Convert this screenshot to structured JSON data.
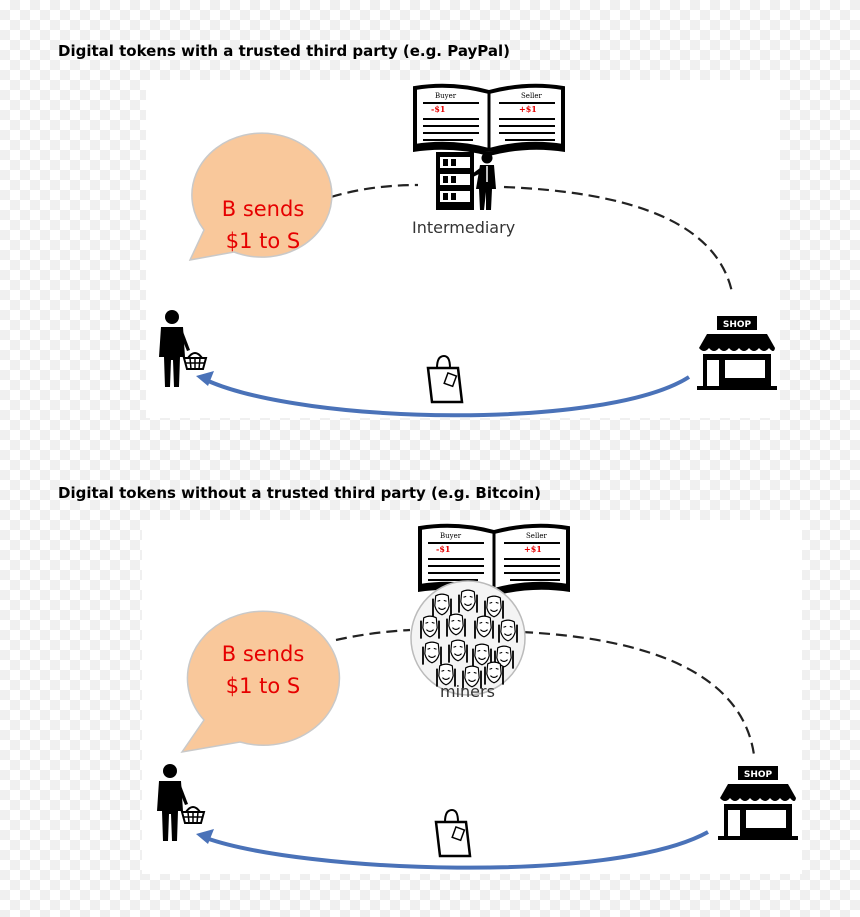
{
  "diagrams": [
    {
      "heading": "Digital tokens with a trusted third party (e.g. PayPal)",
      "bubble": {
        "line1": "B sends",
        "line2": "$1 to S"
      },
      "center_label": "Intermediary",
      "ledger": {
        "left_header": "Buyer",
        "left_value": "-$1",
        "right_header": "Seller",
        "right_value": "+$1"
      },
      "shop_sign": "SHOP",
      "icons": [
        "ledger-book-icon",
        "server-person-icon",
        "buyer-with-basket-icon",
        "shop-icon",
        "shopping-bag-icon"
      ]
    },
    {
      "heading": "Digital tokens without a trusted third party (e.g. Bitcoin)",
      "bubble": {
        "line1": "B sends",
        "line2": "$1 to S"
      },
      "center_label": "miners",
      "ledger": {
        "left_header": "Buyer",
        "left_value": "-$1",
        "right_header": "Seller",
        "right_value": "+$1"
      },
      "shop_sign": "SHOP",
      "icons": [
        "ledger-book-icon",
        "miners-group-icon",
        "buyer-with-basket-icon",
        "shop-icon",
        "shopping-bag-icon"
      ]
    }
  ],
  "colors": {
    "bubble_fill": "#f9c89b",
    "bubble_stroke": "#c9c9c9",
    "bubble_text": "#e60000",
    "arrow": "#4a72b8",
    "ledger_values": "#e60000"
  }
}
